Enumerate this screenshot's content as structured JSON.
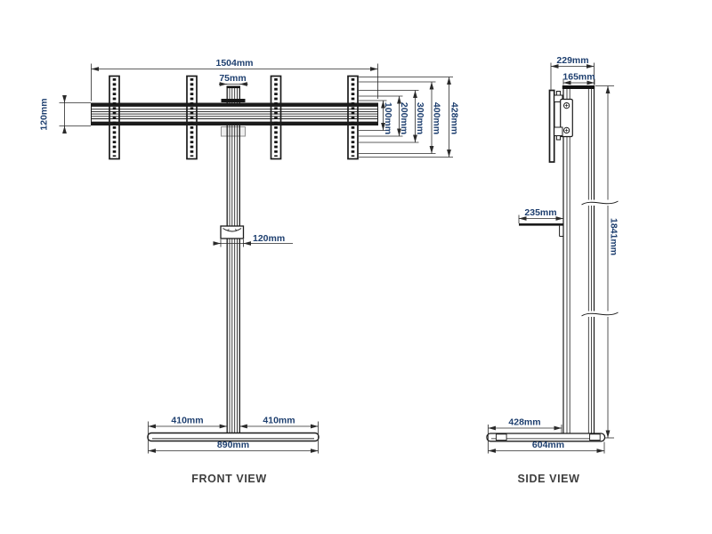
{
  "drawing": {
    "type": "technical-dimension-drawing",
    "subject": "TV floor stand",
    "front_view": {
      "title": "FRONT VIEW",
      "overall_width": "1504mm",
      "pole_width": "75mm",
      "rail_height": "120mm",
      "vesa_100": "100mm",
      "vesa_200": "200mm",
      "vesa_300": "300mm",
      "vesa_400": "400mm",
      "bracket_height": "428mm",
      "clamp_width": "120mm",
      "base_left_offset": "410mm",
      "base_right_offset": "410mm",
      "base_width": "890mm"
    },
    "side_view": {
      "title": "SIDE VIEW",
      "total_depth": "229mm",
      "pole_depth": "165mm",
      "shelf_depth": "235mm",
      "total_height": "1841mm",
      "base_front_offset": "428mm",
      "base_depth": "604mm"
    },
    "colors": {
      "dimension_text": "#1E3F6F",
      "drawing_line": "#1B1B1B",
      "title_text": "#3E3E3E",
      "background": "#FFFFFF"
    }
  }
}
